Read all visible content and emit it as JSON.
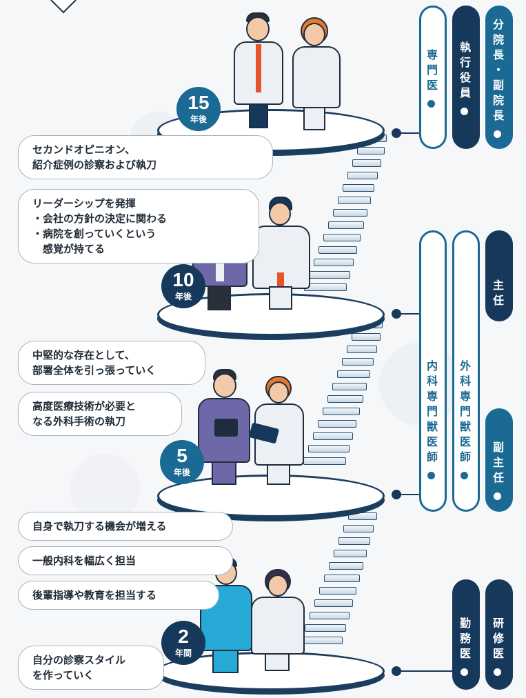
{
  "stages": [
    {
      "id": "15",
      "num": "15",
      "unit": "年後"
    },
    {
      "id": "10",
      "num": "10",
      "unit": "年後"
    },
    {
      "id": "5",
      "num": "5",
      "unit": "年後"
    },
    {
      "id": "2",
      "num": "2",
      "unit": "年間"
    }
  ],
  "bubbles": {
    "y15": "セカンドオピニオン、\n紹介症例の診察および執刀",
    "y10": "リーダーシップを発揮\n・会社の方針の決定に関わる\n・病院を創っていくという\n　感覚が持てる",
    "y5a": "中堅的な存在として、\n部署全体を引っ張っていく",
    "y5b": "高度医療技術が必要と\nなる外科手術の執刀",
    "y2a": "自身で執刀する機会が増える",
    "y2b": "一般内科を幅広く担当",
    "y2c": "後輩指導や教育を担当する",
    "y2d": "自分の診察スタイル\nを作っていく"
  },
  "pills": {
    "senmon": "専門医",
    "shikko": "執行役員",
    "bunin": "分院長・副院長",
    "naika": "内科専門獣医師",
    "geka": "外科専門獣医師",
    "shunin": "主任",
    "fukushunin": "副主任",
    "kinmu": "勤務医",
    "kenshu": "研修医"
  },
  "colors": {
    "teal": "#1a6a93",
    "navy": "#16385a",
    "bubble_border": "#a9b4be"
  }
}
